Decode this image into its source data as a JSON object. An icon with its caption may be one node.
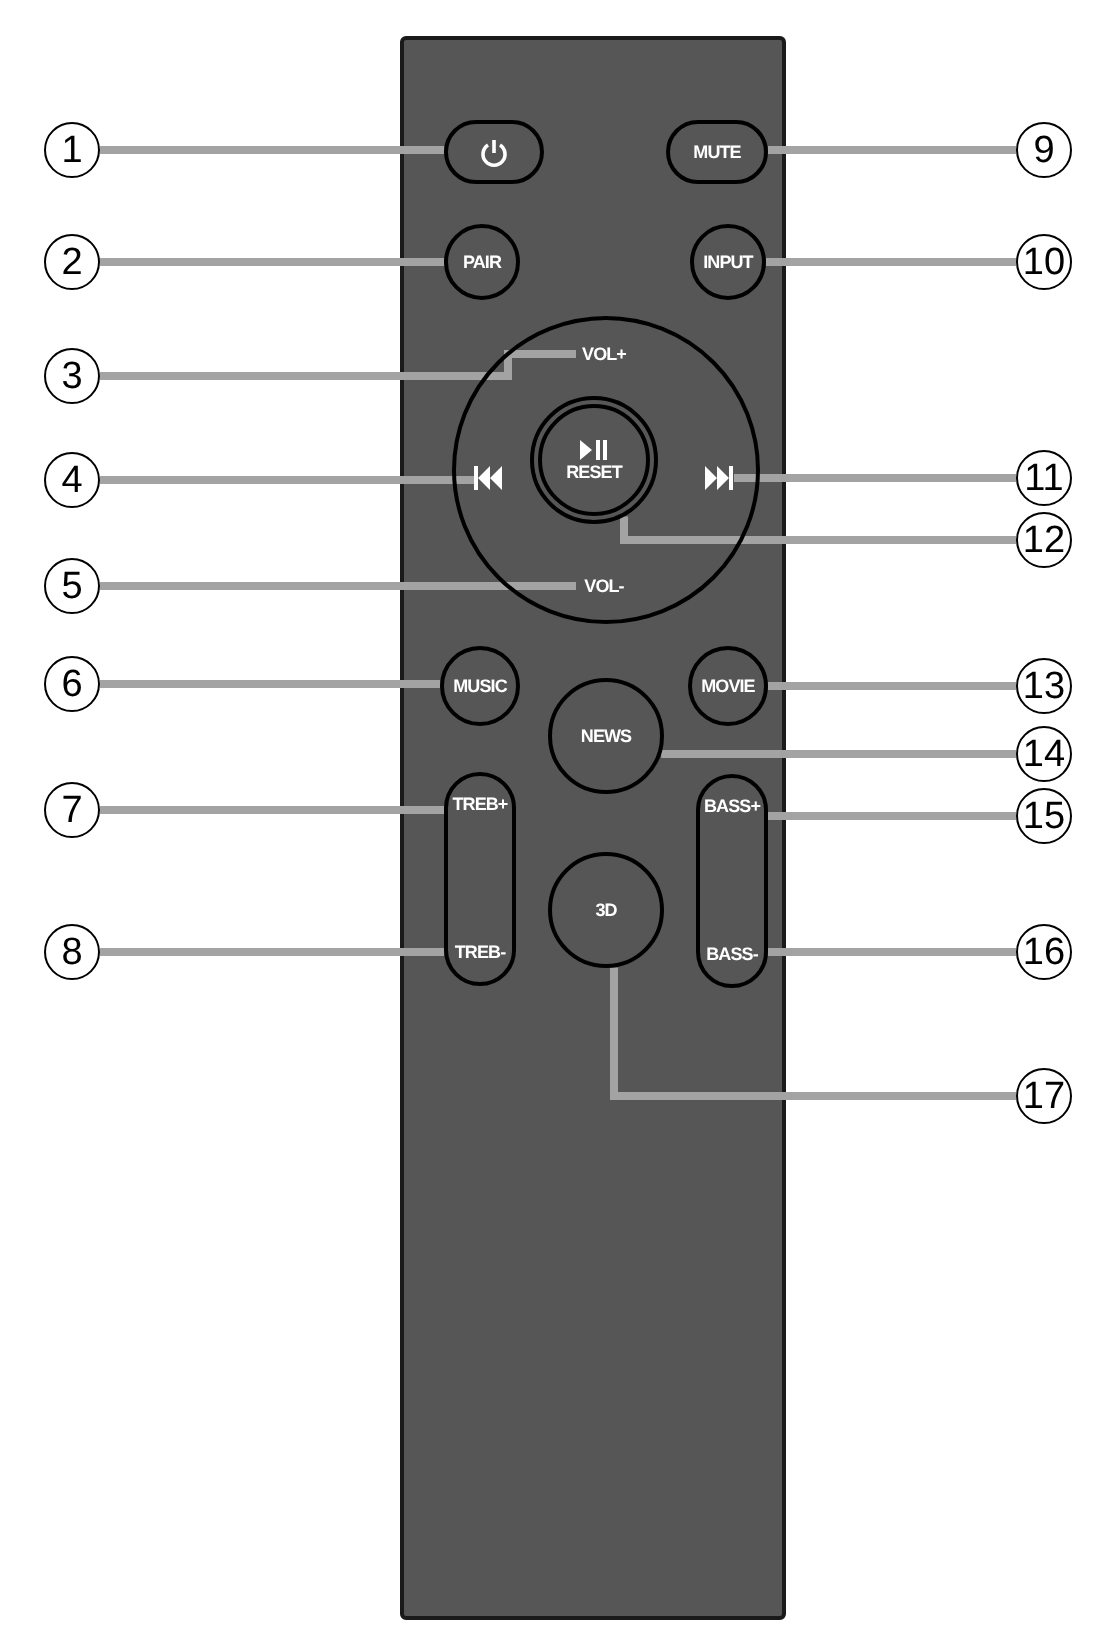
{
  "diagram": {
    "nodes": [
      {
        "text": [
          "1"
        ]
      },
      {
        "text": [],
        "shape": "button"
      },
      {
        "text": [
          "MUTE"
        ]
      },
      {
        "text": [
          "9"
        ]
      },
      {
        "text": [
          "2"
        ]
      },
      {
        "text": [
          "PAIR"
        ]
      },
      {
        "text": [
          "INPUT"
        ]
      },
      {
        "text": [
          "10"
        ]
      },
      {
        "text": [
          "3"
        ]
      },
      {
        "text": [],
        "shape": "circle"
      },
      {
        "text": [
          "VOL+"
        ],
        "in": 9
      },
      {
        "text": [
          "4"
        ]
      },
      {
        "text": [],
        "shape": "icon",
        "in": 9
      },
      {
        "text": [
          "RESET"
        ],
        "in": 9
      },
      {
        "text": [],
        "shape": "icon",
        "in": 9
      },
      {
        "text": [
          "11"
        ]
      },
      {
        "text": [
          "12"
        ]
      },
      {
        "text": [
          "VOL-"
        ],
        "in": 9
      },
      {
        "text": [
          "5"
        ]
      },
      {
        "text": [
          "6"
        ]
      },
      {
        "text": [
          "MUSIC"
        ]
      },
      {
        "text": [
          "MOVIE"
        ]
      },
      {
        "text": [
          "13"
        ]
      },
      {
        "text": [
          "NEWS"
        ]
      },
      {
        "text": [
          "14"
        ]
      },
      {
        "text": [
          "7"
        ]
      },
      {
        "text": [
          "TREB+",
          "TREB-"
        ]
      },
      {
        "text": [
          "BASS+",
          "BASS-"
        ]
      },
      {
        "text": [
          "15"
        ]
      },
      {
        "text": [
          "8"
        ]
      },
      {
        "text": [
          "16"
        ]
      },
      {
        "text": [
          "3D"
        ]
      },
      {
        "text": [
          "17"
        ]
      }
    ],
    "edges": [
      {
        "from": 0,
        "to": 1,
        "arrow": "none"
      },
      {
        "from": 3,
        "to": 2,
        "arrow": "none"
      },
      {
        "from": 4,
        "to": 5,
        "arrow": "none"
      },
      {
        "from": 7,
        "to": 6,
        "arrow": "none"
      },
      {
        "from": 8,
        "to": 10,
        "arrow": "none"
      },
      {
        "from": 11,
        "to": 12,
        "arrow": "none"
      },
      {
        "from": 15,
        "to": 14,
        "arrow": "none"
      },
      {
        "from": 16,
        "to": 13,
        "arrow": "none"
      },
      {
        "from": 18,
        "to": 17,
        "arrow": "none"
      },
      {
        "from": 19,
        "to": 20,
        "arrow": "none"
      },
      {
        "from": 22,
        "to": 21,
        "arrow": "none"
      },
      {
        "from": 24,
        "to": 23,
        "arrow": "none"
      },
      {
        "from": 25,
        "to": 26,
        "arrow": "none"
      },
      {
        "from": 29,
        "to": 26,
        "arrow": "none"
      },
      {
        "from": 28,
        "to": 27,
        "arrow": "none"
      },
      {
        "from": 30,
        "to": 27,
        "arrow": "none"
      },
      {
        "from": 32,
        "to": 31,
        "arrow": "none"
      }
    ]
  }
}
